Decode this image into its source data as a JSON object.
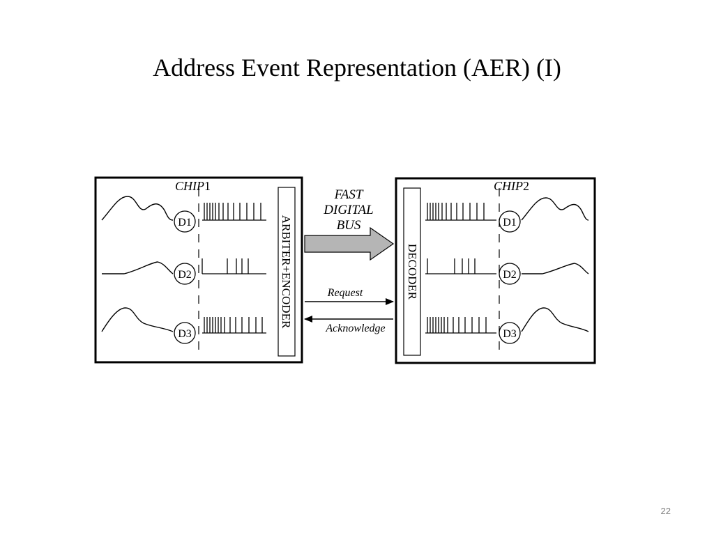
{
  "slide": {
    "title": "Address Event Representation (AER) (I)",
    "page_number": "22"
  },
  "diagram": {
    "chip1": {
      "label_prefix": "CHIP",
      "label_number": "1",
      "block_label": "ARBITER+ENCODER",
      "neurons": [
        "D1",
        "D2",
        "D3"
      ]
    },
    "chip2": {
      "label_prefix": "CHIP",
      "label_number": "2",
      "block_label": "DECODER",
      "neurons": [
        "D1",
        "D2",
        "D3"
      ]
    },
    "bus": {
      "lines": [
        "FAST",
        "DIGITAL",
        "BUS"
      ],
      "request_label": "Request",
      "acknowledge_label": "Acknowledge"
    }
  }
}
